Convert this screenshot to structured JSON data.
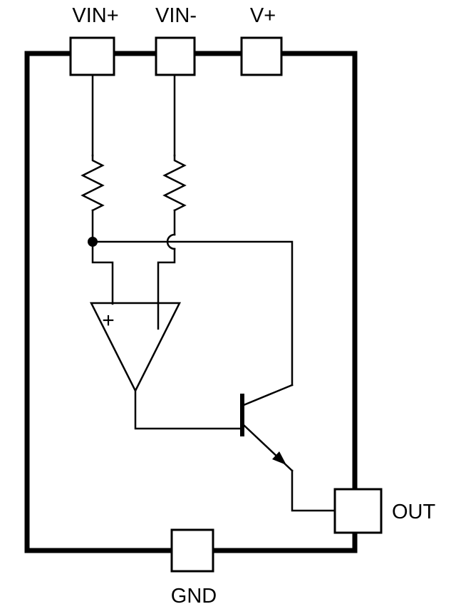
{
  "colors": {
    "background": "#ffffff",
    "line": "#000000"
  },
  "pins": {
    "vin_plus": {
      "label": "VIN+"
    },
    "vin_minus": {
      "label": "VIN-"
    },
    "v_plus": {
      "label": "V+"
    },
    "out": {
      "label": "OUT"
    },
    "gnd": {
      "label": "GND"
    }
  },
  "opamp": {
    "noninverting_mark": "+"
  }
}
